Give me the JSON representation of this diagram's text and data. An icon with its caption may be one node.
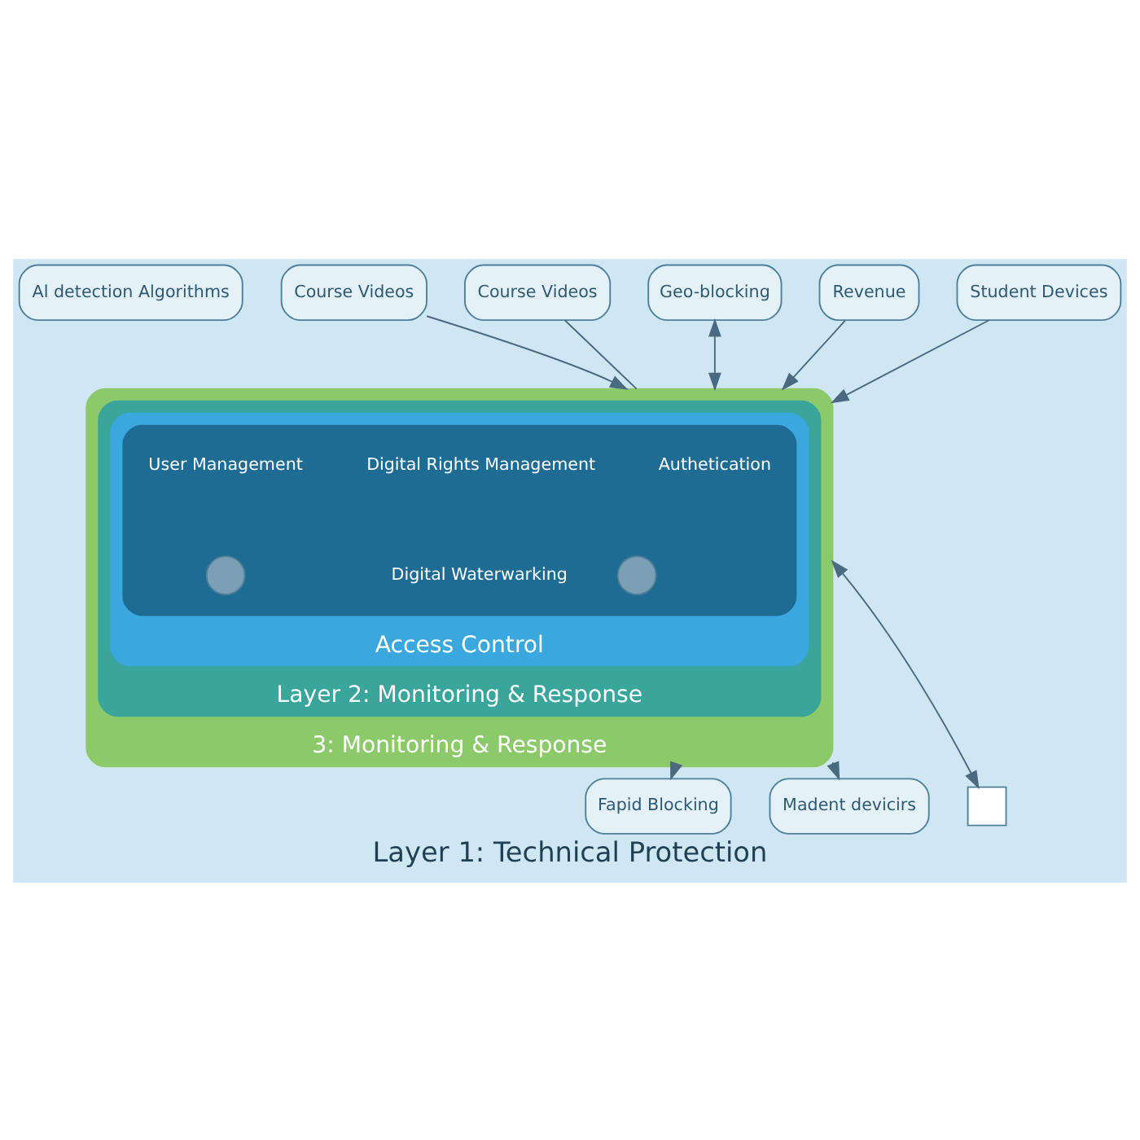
{
  "diagram": {
    "caption": "Layer 1: Technical Protection",
    "nodes": [
      {
        "text": [
          "Al detection Algorithms"
        ]
      },
      {
        "text": [
          "Course Videos"
        ]
      },
      {
        "text": [
          "Fapid Blocking"
        ]
      },
      {
        "text": [
          "3: Monitoring & Response"
        ]
      },
      {
        "text": [
          "Layer 2: Monitoring & Response"
        ],
        "in": 3
      },
      {
        "text": [
          "Access Control"
        ],
        "in": 4
      },
      {
        "text": [],
        "shape": "shield",
        "in": 5
      },
      {
        "text": [
          "Authetication"
        ],
        "in": 6
      },
      {
        "text": [
          "Digital Rights Management"
        ],
        "in": 6
      },
      {
        "text": [
          "User Management"
        ],
        "in": 6
      },
      {
        "text": [],
        "shape": "circle",
        "in": 6
      },
      {
        "text": [
          "Digital Waterwarking"
        ],
        "in": 6
      },
      {
        "text": [],
        "shape": "circle",
        "in": 6
      },
      {
        "text": [
          "Course Videos"
        ]
      },
      {
        "text": [
          "Madent devicirs"
        ]
      },
      {
        "text": [
          "Geo-blocking"
        ]
      },
      {
        "text": [
          "Revenue"
        ]
      },
      {
        "text": [
          "Student Devices"
        ]
      },
      {
        "text": [],
        "shape": "box"
      }
    ],
    "edges": [
      {
        "from": 1,
        "to": 3,
        "arrow": "to"
      },
      {
        "from": 13,
        "to": 3,
        "arrow": "none"
      },
      {
        "from": 3,
        "to": 2,
        "arrow": "to"
      },
      {
        "from": 3,
        "to": 14,
        "arrow": "to"
      },
      {
        "from": 15,
        "to": 3,
        "arrow": "both"
      },
      {
        "from": 16,
        "to": 3,
        "arrow": "to"
      },
      {
        "from": 17,
        "to": 3,
        "arrow": "to"
      },
      {
        "from": 3,
        "to": 18,
        "arrow": "both"
      }
    ]
  }
}
